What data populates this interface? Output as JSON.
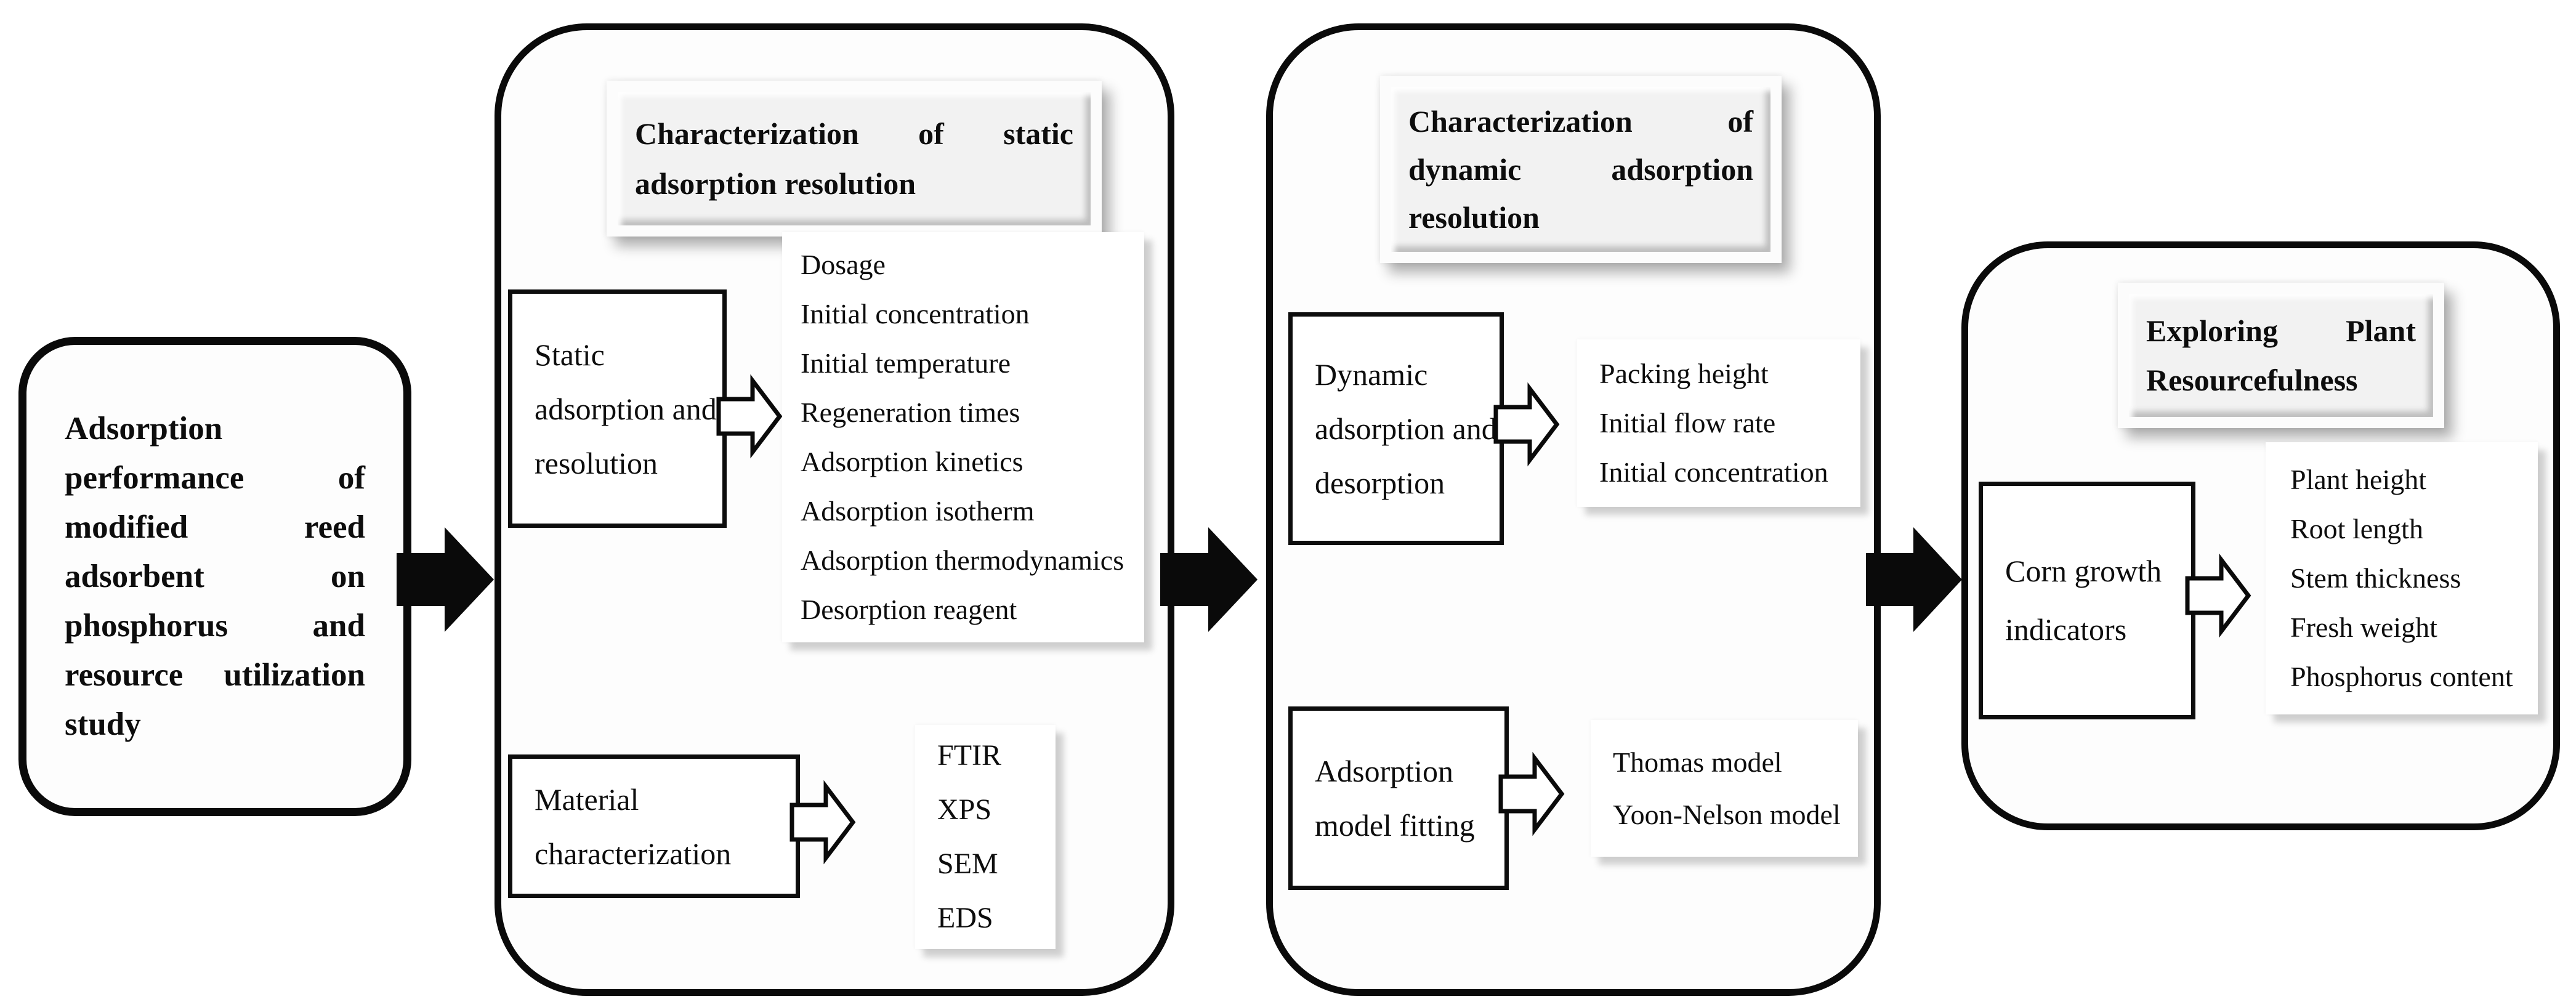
{
  "diagram": {
    "intro": {
      "text": "Adsorption performance of modified reed adsorbent on phosphorus and resource utilization study"
    },
    "static_section": {
      "title": "Characterization of static adsorption resolution",
      "flow1": {
        "label": "Static adsorption and resolution",
        "items": [
          "Dosage",
          "Initial concentration",
          "Initial temperature",
          "Regeneration times",
          "Adsorption kinetics",
          "Adsorption isotherm",
          "Adsorption thermodynamics",
          "Desorption reagent"
        ]
      },
      "flow2": {
        "label": "Material characterization",
        "items": [
          "FTIR",
          "XPS",
          "SEM",
          "EDS"
        ]
      }
    },
    "dynamic_section": {
      "title": "Characterization of dynamic adsorption resolution",
      "flow1": {
        "label": "Dynamic adsorption and desorption",
        "items": [
          "Packing height",
          "Initial flow rate",
          "Initial concentration"
        ]
      },
      "flow2": {
        "label": "Adsorption model fitting",
        "items": [
          "Thomas model",
          "Yoon-Nelson model"
        ]
      }
    },
    "plant_section": {
      "title": "Exploring Plant Resourcefulness",
      "flow1": {
        "label": "Corn growth indicators",
        "items": [
          "Plant height",
          "Root length",
          "Stem thickness",
          "Fresh weight",
          "Phosphorus content"
        ]
      }
    },
    "colors": {
      "line": "#0a0a0a",
      "text": "#0d0d0d",
      "panel_bg": "#ffffff",
      "bevel_bg": "#f2f2f2",
      "section_bg": "#fdfdfd"
    }
  }
}
